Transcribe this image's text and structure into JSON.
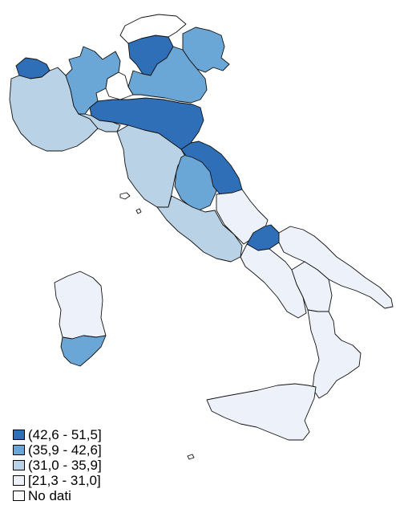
{
  "colors": {
    "class_1": "#2E6FB7",
    "class_2": "#6BA7D6",
    "class_3": "#B9D2E6",
    "class_4": "#EDF1FA",
    "no_data": "#FFFFFF"
  },
  "legend": {
    "items": [
      {
        "label": "(42,6 - 51,5]",
        "color_key": "class_1"
      },
      {
        "label": "(35,9 - 42,6]",
        "color_key": "class_2"
      },
      {
        "label": "(31,0 - 35,9]",
        "color_key": "class_3"
      },
      {
        "label": "[21,3 - 31,0]",
        "color_key": "class_4"
      },
      {
        "label": "No dati",
        "color_key": "no_data"
      }
    ]
  },
  "regions": [
    {
      "name": "Valle d'Aosta",
      "class": "class_1"
    },
    {
      "name": "Piemonte",
      "class": "class_3"
    },
    {
      "name": "Lombardia",
      "class": "class_2"
    },
    {
      "name": "Trentino-Alto Adige",
      "class": "class_1"
    },
    {
      "name": "Veneto",
      "class": "class_2"
    },
    {
      "name": "Friuli-Venezia Giulia",
      "class": "class_2"
    },
    {
      "name": "Liguria",
      "class": "class_3"
    },
    {
      "name": "Emilia-Romagna",
      "class": "class_1"
    },
    {
      "name": "Toscana",
      "class": "class_3"
    },
    {
      "name": "Umbria",
      "class": "class_2"
    },
    {
      "name": "Marche",
      "class": "class_1"
    },
    {
      "name": "Lazio",
      "class": "class_3"
    },
    {
      "name": "Abruzzo",
      "class": "class_4"
    },
    {
      "name": "Molise",
      "class": "class_1"
    },
    {
      "name": "Campania",
      "class": "class_4"
    },
    {
      "name": "Puglia",
      "class": "class_4"
    },
    {
      "name": "Basilicata",
      "class": "class_4"
    },
    {
      "name": "Calabria",
      "class": "class_4"
    },
    {
      "name": "Sicilia",
      "class": "class_4"
    },
    {
      "name": "Sardegna",
      "class": "class_4"
    },
    {
      "name": "Sardegna sud",
      "class": "class_2"
    }
  ]
}
